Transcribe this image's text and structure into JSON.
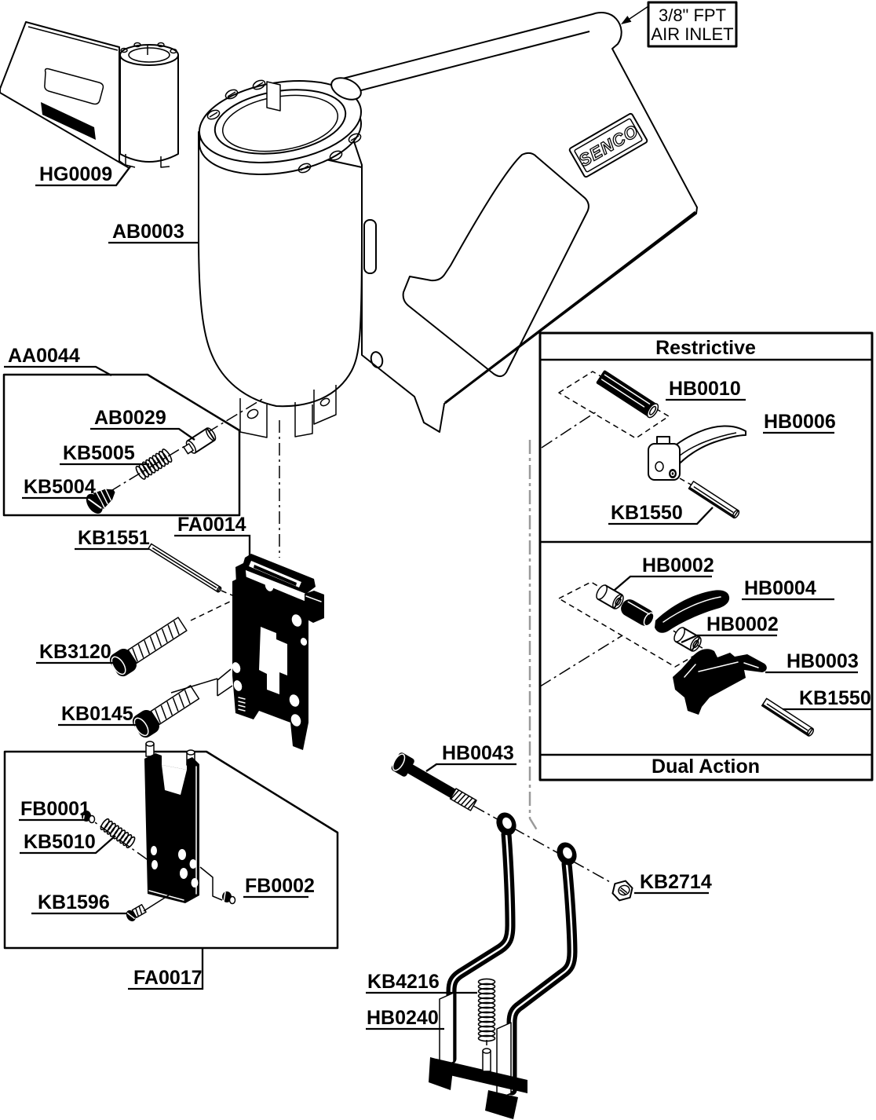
{
  "diagram": {
    "brand": "SENCO",
    "callout": {
      "line1": "3/8\" FPT",
      "line2": "AIR INLET"
    },
    "sections": {
      "restrictive": "Restrictive",
      "dual_action": "Dual Action"
    },
    "labels": {
      "hg0009": "HG0009",
      "ab0003": "AB0003",
      "aa0044": "AA0044",
      "ab0029": "AB0029",
      "kb5005": "KB5005",
      "kb5004": "KB5004",
      "fa0014": "FA0014",
      "kb1551": "KB1551",
      "kb3120": "KB3120",
      "kb0145": "KB0145",
      "fb0001": "FB0001",
      "kb5010": "KB5010",
      "kb1596": "KB1596",
      "fb0002": "FB0002",
      "fa0017": "FA0017",
      "hb0043": "HB0043",
      "kb2714": "KB2714",
      "kb4216": "KB4216",
      "hb0240": "HB0240",
      "hb0010": "HB0010",
      "hb0006": "HB0006",
      "kb1550_restrictive": "KB1550",
      "hb0002_upper": "HB0002",
      "hb0004": "HB0004",
      "hb0002_lower": "HB0002",
      "hb0003": "HB0003",
      "kb1550_dual": "KB1550"
    },
    "colors": {
      "ink": "#000000",
      "paper": "#ffffff",
      "fold_line": "#9a9a9a"
    }
  }
}
